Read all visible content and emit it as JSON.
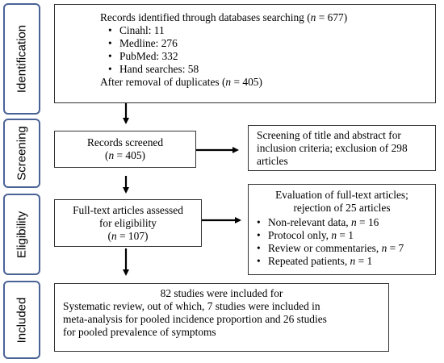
{
  "stages": {
    "identification": "Identification",
    "screening": "Screening",
    "eligibility": "Eligibility",
    "included": "Included"
  },
  "identification_box": {
    "title_prefix": "Records identified through databases searching (",
    "title_n": "n",
    "title_suffix": " = 677)",
    "sources": [
      "Cinahl: 11",
      "Medline: 276",
      "PubMed: 332",
      "Hand searches: 58"
    ],
    "dedup_prefix": "After removal of duplicates (",
    "dedup_n": "n",
    "dedup_suffix": " = 405)"
  },
  "screened_box": {
    "line1": "Records screened",
    "line2_prefix": "(",
    "line2_n": "n",
    "line2_suffix": " = 405)"
  },
  "screening_exclusion_box": {
    "line1": "Screening of title and abstract for",
    "line2": "inclusion criteria; exclusion of 298",
    "line3": "articles"
  },
  "fulltext_box": {
    "line1": "Full-text articles assessed",
    "line2": "for eligibility",
    "line3_prefix": "(",
    "line3_n": "n",
    "line3_suffix": " = 107)"
  },
  "eligibility_exclusion_box": {
    "line1": "Evaluation of full-text articles;",
    "line2": "rejection of 25 articles",
    "reasons": [
      {
        "text": "Non-relevant data, ",
        "n": "n",
        "value": " = 16"
      },
      {
        "text": "Protocol only, ",
        "n": "n",
        "value": " = 1"
      },
      {
        "text": "Review or commentaries, ",
        "n": "n",
        "value": " = 7"
      },
      {
        "text": "Repeated patients, ",
        "n": "n",
        "value": " = 1"
      }
    ]
  },
  "included_box": {
    "line1": "82 studies were included for",
    "line2": "Systematic review, out of which, 7 studies were included in",
    "line3": "meta-analysis for pooled incidence proportion and 26 studies",
    "line4": "for pooled prevalence of symptoms"
  }
}
